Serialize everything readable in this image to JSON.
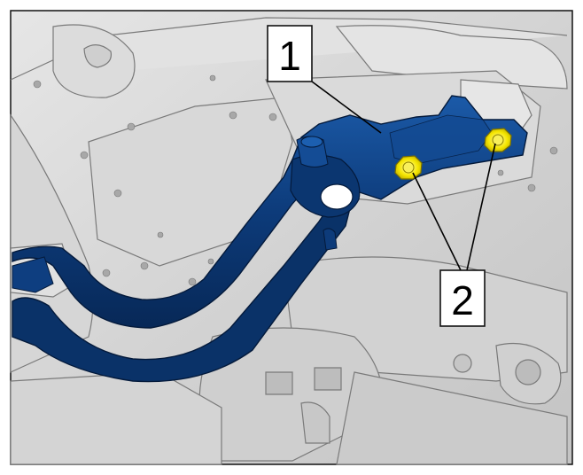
{
  "callouts": {
    "part_1": {
      "label": "1"
    },
    "part_2": {
      "label": "2"
    }
  },
  "colors": {
    "body_panel": "#d9d9d9",
    "bracket": "#0d3b7a",
    "nut_highlight": "#f5e600",
    "outline": "#6e6e6e"
  },
  "icons": {
    "bracket": "rear-axle-bracket-illustration",
    "nut": "flange-nut-illustration"
  }
}
